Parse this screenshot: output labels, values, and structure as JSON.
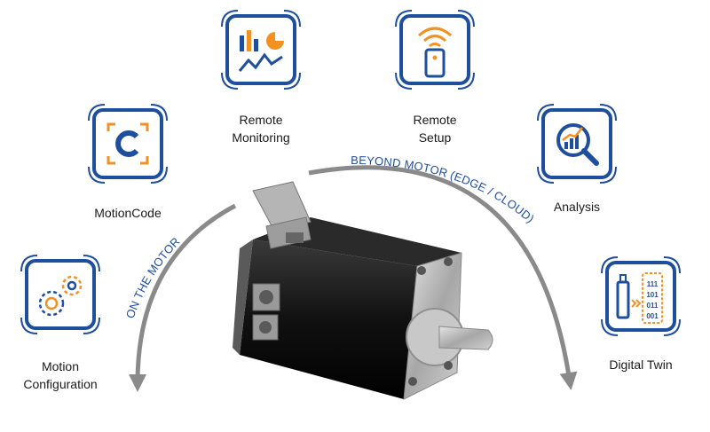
{
  "colors": {
    "navy": "#1e4f9c",
    "orange": "#f39224",
    "arrow": "#8a8a8a"
  },
  "tiles": [
    {
      "name": "motion-configuration",
      "icon": "gears-icon",
      "lines": [
        "Motion",
        "Configuration"
      ]
    },
    {
      "name": "motioncode",
      "icon": "motioncode-c-icon",
      "lines": [
        "MotionCode"
      ]
    },
    {
      "name": "remote-monitoring",
      "icon": "chart-dashboard-icon",
      "lines": [
        "Remote",
        "Monitoring"
      ]
    },
    {
      "name": "remote-setup",
      "icon": "wireless-remote-icon",
      "lines": [
        "Remote",
        "Setup"
      ]
    },
    {
      "name": "analysis",
      "icon": "magnifier-chart-icon",
      "lines": [
        "Analysis"
      ]
    },
    {
      "name": "digital-twin",
      "icon": "motor-binary-icon",
      "lines": [
        "Digital Twin"
      ]
    }
  ],
  "arcs": {
    "left_label": "ON THE MOTOR",
    "right_label": "BEYOND MOTOR (EDGE / CLOUD)"
  },
  "twin_bits": [
    "111",
    "101",
    "011",
    "001"
  ]
}
